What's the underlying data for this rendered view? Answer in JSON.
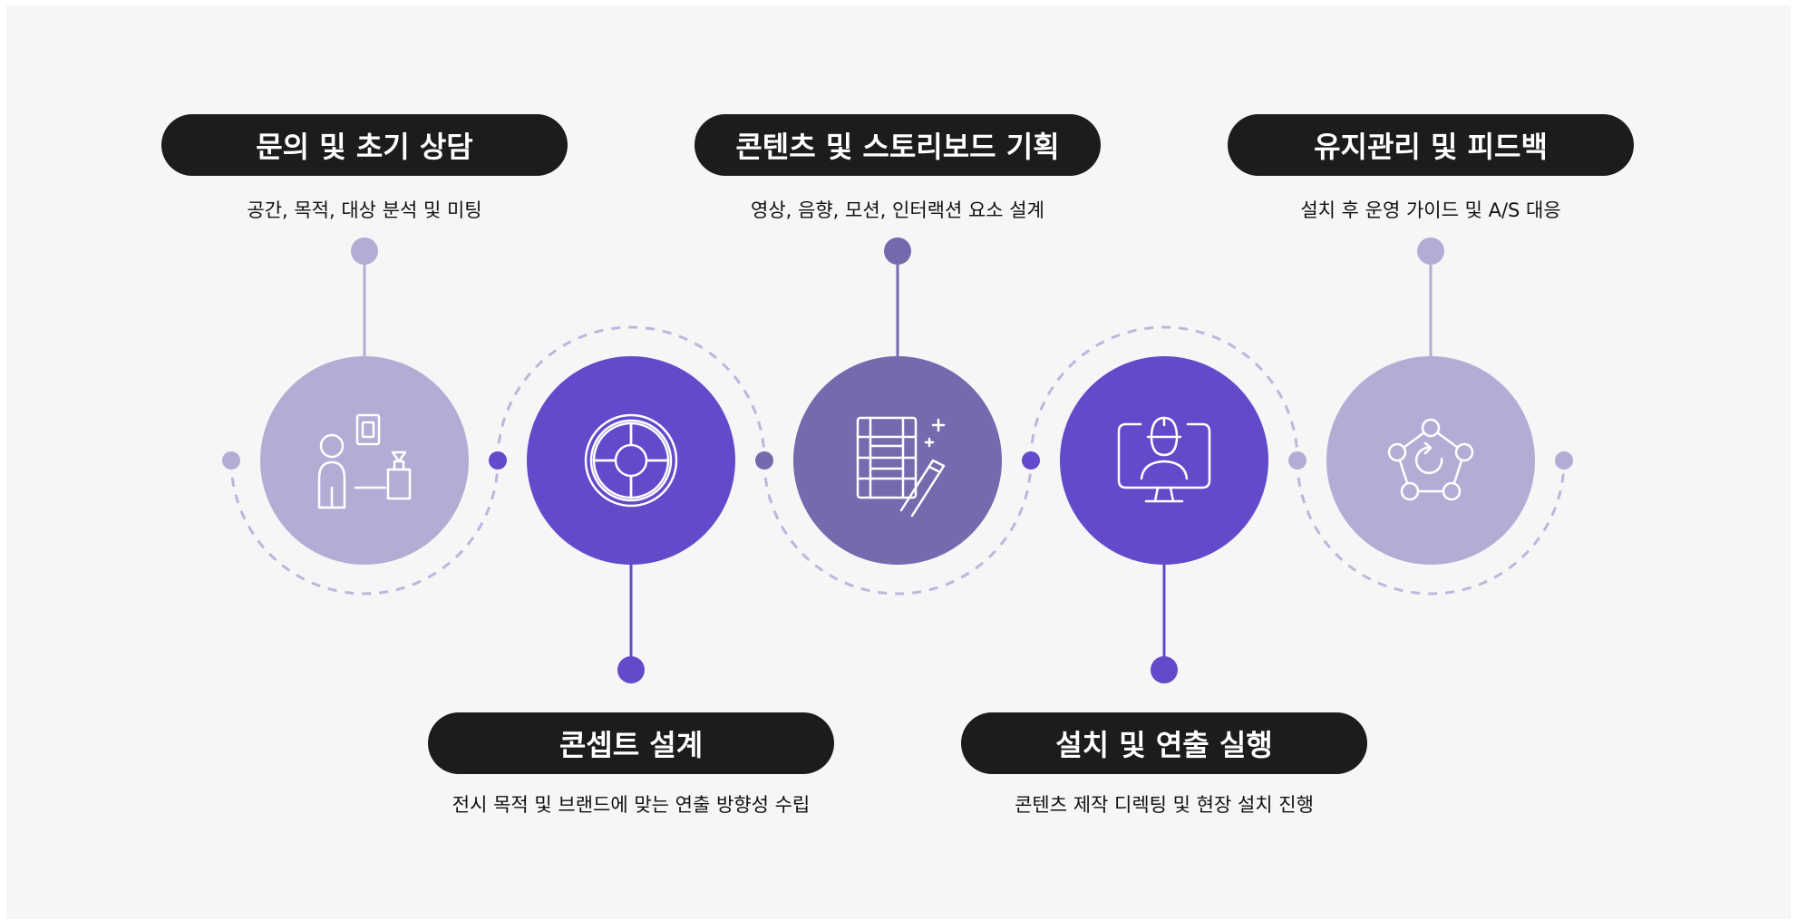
{
  "colors": {
    "background": "#f6f6f6",
    "light_purple": "#b5acd6",
    "mid_purple": "#756aad",
    "bright_purple": "#634acb",
    "pill_bg": "#1c1c1c",
    "dashed_line": "#bfb5dd"
  },
  "steps": [
    {
      "title": "문의 및 초기 상담",
      "description": "공간, 목적, 대상 분석 및 미팅",
      "icon": "consultation-icon",
      "color": "#b5acd6"
    },
    {
      "title": "콘셉트 설계",
      "description": "전시 목적 및 브랜드에 맞는 연출 방향성 수립",
      "icon": "target-icon",
      "color": "#634acb"
    },
    {
      "title": "콘텐츠 및 스토리보드 기획",
      "description": "영상, 음향, 모션, 인터랙션 요소 설계",
      "icon": "film-strip-icon",
      "color": "#756aad"
    },
    {
      "title": "설치 및 연출 실행",
      "description": "콘텐츠 제작 디렉팅 및 현장 설치 진행",
      "icon": "technician-monitor-icon",
      "color": "#634acb"
    },
    {
      "title": "유지관리 및 피드백",
      "description": "설치 후 운영 가이드 및 A/S 대응",
      "icon": "feedback-cycle-icon",
      "color": "#b5acd6"
    }
  ]
}
